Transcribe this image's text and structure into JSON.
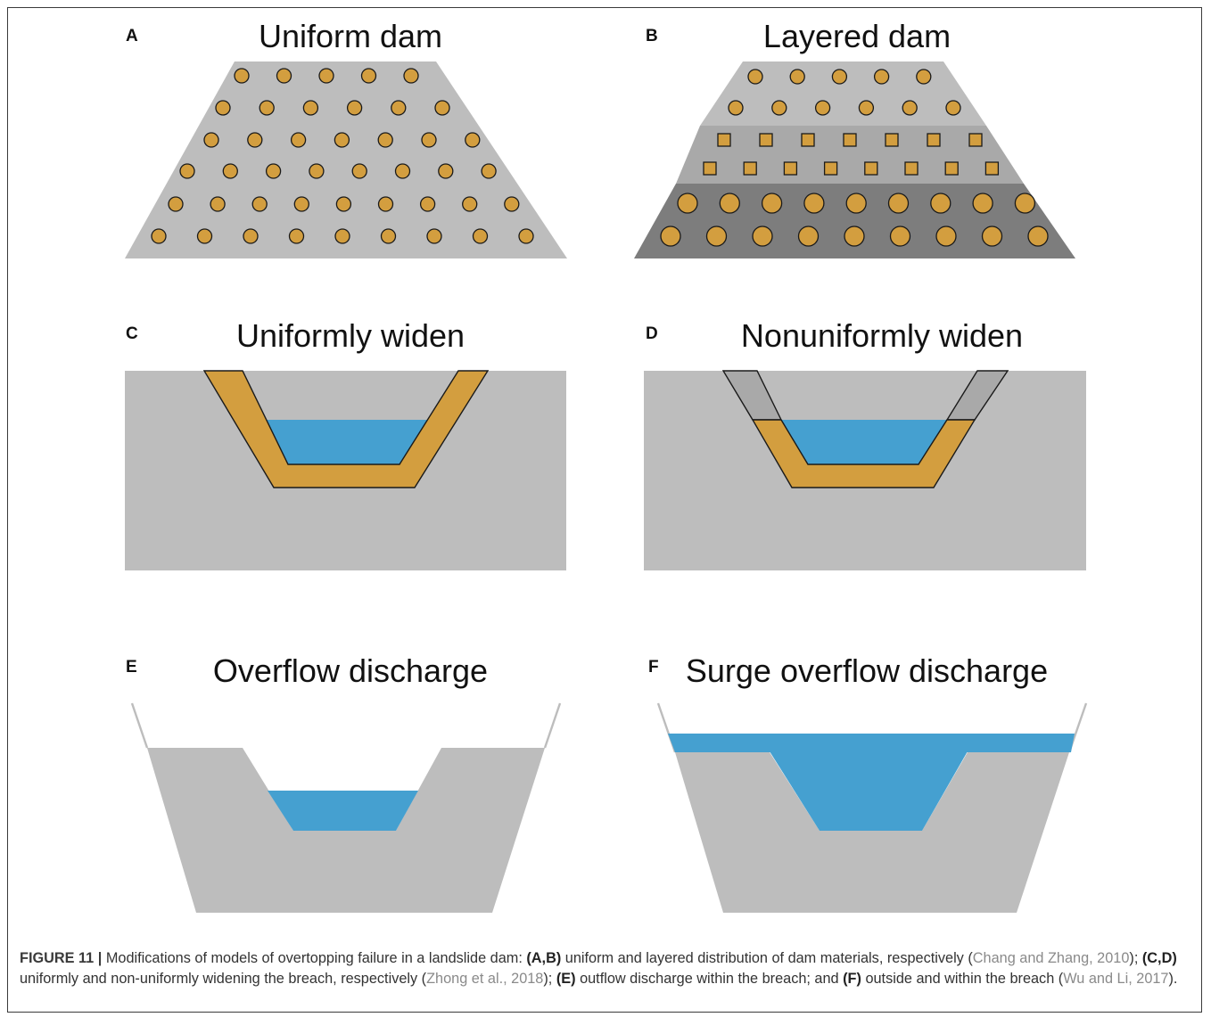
{
  "panels": [
    {
      "letter": "A",
      "title": "Uniform dam"
    },
    {
      "letter": "B",
      "title": "Layered dam"
    },
    {
      "letter": "C",
      "title": "Uniformly widen"
    },
    {
      "letter": "D",
      "title": "Nonuniformly widen"
    },
    {
      "letter": "E",
      "title": "Overflow discharge"
    },
    {
      "letter": "F",
      "title": "Surge overflow discharge"
    }
  ],
  "colors": {
    "soil": "#bdbdbd",
    "soil_mid": "#a9a9a9",
    "soil_dark": "#7d7d7d",
    "particle": "#d39e3f",
    "water": "#45a0d0",
    "outline": "#1a1a1a"
  },
  "caption": {
    "figure_label": "FIGURE 11 |",
    "t1": " Modifications of models of overtopping failure in a landslide dam: ",
    "b1": "(A,B)",
    "t2": " uniform and layered distribution of dam materials, respectively (",
    "c1": "Chang and Zhang, 2010",
    "t3": "); ",
    "b2": "(C,D)",
    "t4": " uniformly and non-uniformly widening the breach, respectively (",
    "c2": "Zhong et al., 2018",
    "t5": "); ",
    "b3": "(E)",
    "t6": " outflow discharge within the breach; and ",
    "b4": "(F)",
    "t7": " outside and within the breach (",
    "c3": "Wu and Li, 2017",
    "t8": ")."
  }
}
